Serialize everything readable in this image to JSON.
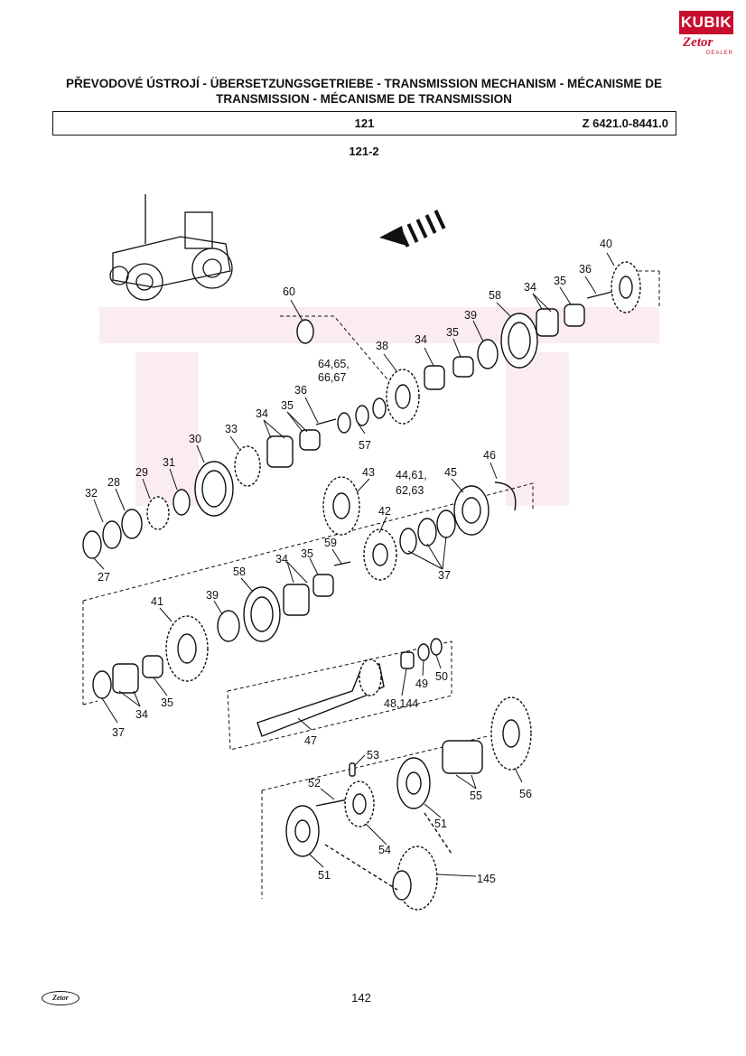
{
  "header": {
    "logo_top": "KUBIK",
    "logo_brand": "Zetor",
    "logo_sub": "DEALER",
    "title": "PŘEVODOVÉ ÚSTROJÍ - ÜBERSETZUNGSGETRIEBE - TRANSMISSION MECHANISM - MÉCANISME DE TRANSMISSION - MÉCANISME DE TRANSMISSION",
    "group_code": "121",
    "model_range": "Z 6421.0-8441.0",
    "sub_code": "121-2"
  },
  "callouts": [
    "60",
    "64,65,",
    "66,67",
    "36",
    "35",
    "57",
    "38",
    "34",
    "35",
    "39",
    "58",
    "34",
    "35",
    "36",
    "40",
    "33",
    "34",
    "30",
    "31",
    "29",
    "28",
    "32",
    "27",
    "43",
    "42",
    "59",
    "44,61,",
    "62,63",
    "45",
    "46",
    "37",
    "34",
    "35",
    "58",
    "39",
    "41",
    "37",
    "34",
    "35",
    "47",
    "48,144",
    "49",
    "50",
    "53",
    "52",
    "54",
    "51",
    "51",
    "55",
    "56",
    "145"
  ],
  "footer": {
    "page_number": "142",
    "brand_mark": "Zetor"
  },
  "colors": {
    "ink": "#111111",
    "brand": "#c8102e"
  }
}
